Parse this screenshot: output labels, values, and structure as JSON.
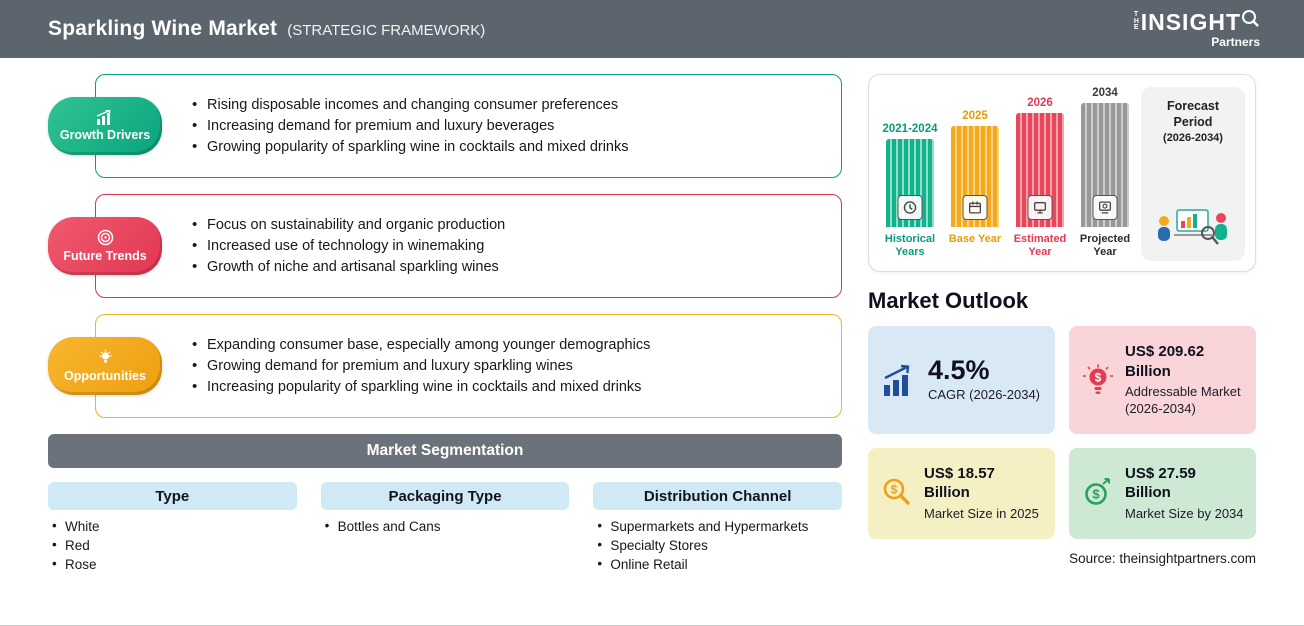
{
  "header": {
    "title": "Sparkling Wine Market",
    "subtitle": "(STRATEGIC FRAMEWORK)",
    "logo": {
      "the": "THE",
      "insight": "INSIGHT",
      "partners": "Partners"
    }
  },
  "framework": {
    "sections": [
      {
        "label": "Growth Drivers",
        "accent_color": "#0a9e7f",
        "items": [
          "Rising disposable incomes and changing consumer preferences",
          "Increasing demand for premium and luxury beverages",
          "Growing popularity of sparkling wine in cocktails and mixed drinks"
        ]
      },
      {
        "label": "Future Trends",
        "accent_color": "#d93750",
        "items": [
          "Focus on sustainability and organic production",
          "Increased use of technology in winemaking",
          "Growth of niche and artisanal sparkling wines"
        ]
      },
      {
        "label": "Opportunities",
        "accent_color": "#eeb22e",
        "items": [
          "Expanding consumer base, especially among younger demographics",
          "Growing demand for premium and luxury sparkling wines",
          "Increasing popularity of sparkling wine in cocktails and mixed drinks"
        ]
      }
    ]
  },
  "segmentation": {
    "title": "Market Segmentation",
    "columns": [
      {
        "header": "Type",
        "items": [
          "White",
          "Red",
          "Rose"
        ]
      },
      {
        "header": "Packaging Type",
        "items": [
          "Bottles and Cans"
        ]
      },
      {
        "header": "Distribution Channel",
        "items": [
          "Supermarkets and Hypermarkets",
          "Specialty Stores",
          "Online Retail"
        ]
      }
    ]
  },
  "timeline": {
    "bars": [
      {
        "year": "2021-2024",
        "caption": "Historical Years",
        "color": "#13b28d"
      },
      {
        "year": "2025",
        "caption": "Base Year",
        "color": "#f5a91d"
      },
      {
        "year": "2026",
        "caption": "Estimated Year",
        "color": "#e8475b"
      },
      {
        "year": "2034",
        "caption": "Projected Year",
        "color": "#989898"
      }
    ],
    "forecast_title": "Forecast Period",
    "forecast_range": "(2026-2034)"
  },
  "outlook": {
    "title": "Market Outlook",
    "cards": [
      {
        "value": "4.5%",
        "caption": "CAGR (2026-2034)",
        "bg": "#d8e9f5"
      },
      {
        "value": "US$ 209.62 Billion",
        "caption": "Addressable Market (2026-2034)",
        "bg": "#f9d5d9"
      },
      {
        "value": "US$ 18.57 Billion",
        "caption": "Market Size in 2025",
        "bg": "#f5f0c4"
      },
      {
        "value": "US$ 27.59 Billion",
        "caption": "Market Size by 2034",
        "bg": "#cde9d3"
      }
    ]
  },
  "source": "Source: theinsightpartners.com",
  "colors": {
    "header_bg": "#5c646d",
    "segmentation_bar": "#6b727b",
    "segment_header_bg": "#cfe9f5"
  }
}
